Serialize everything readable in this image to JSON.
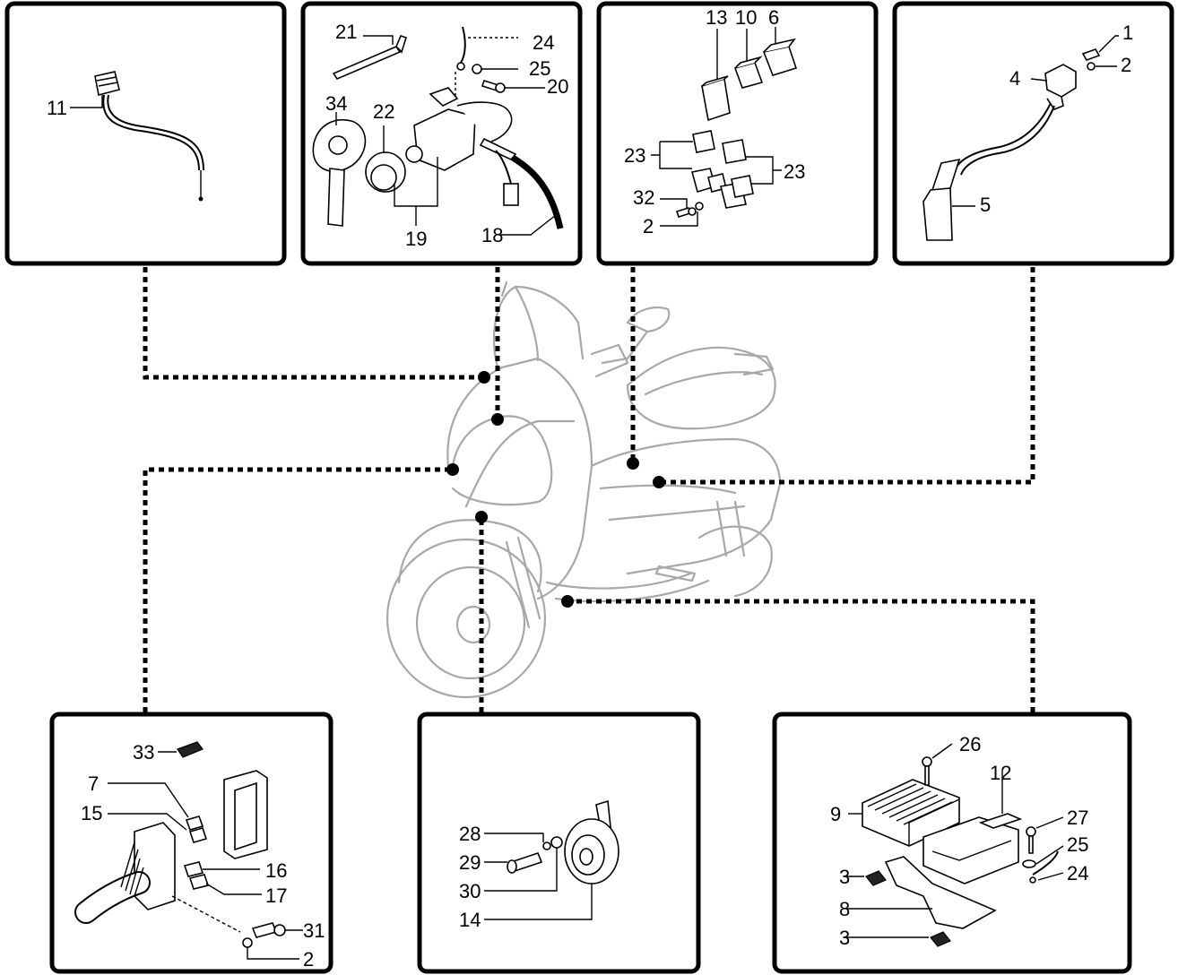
{
  "panels": {
    "top_1": {
      "labels": [
        "11"
      ]
    },
    "top_2": {
      "labels": [
        "21",
        "24",
        "25",
        "20",
        "34",
        "22",
        "19",
        "18"
      ]
    },
    "top_3": {
      "labels": [
        "13",
        "10",
        "6",
        "23",
        "23",
        "32",
        "2"
      ]
    },
    "top_4": {
      "labels": [
        "1",
        "2",
        "4",
        "5"
      ]
    },
    "bottom_1": {
      "labels": [
        "33",
        "7",
        "15",
        "16",
        "17",
        "31",
        "2"
      ]
    },
    "bottom_2": {
      "labels": [
        "28",
        "29",
        "30",
        "14"
      ]
    },
    "bottom_3": {
      "labels": [
        "26",
        "12",
        "9",
        "27",
        "25",
        "24",
        "3",
        "8",
        "3"
      ]
    }
  }
}
